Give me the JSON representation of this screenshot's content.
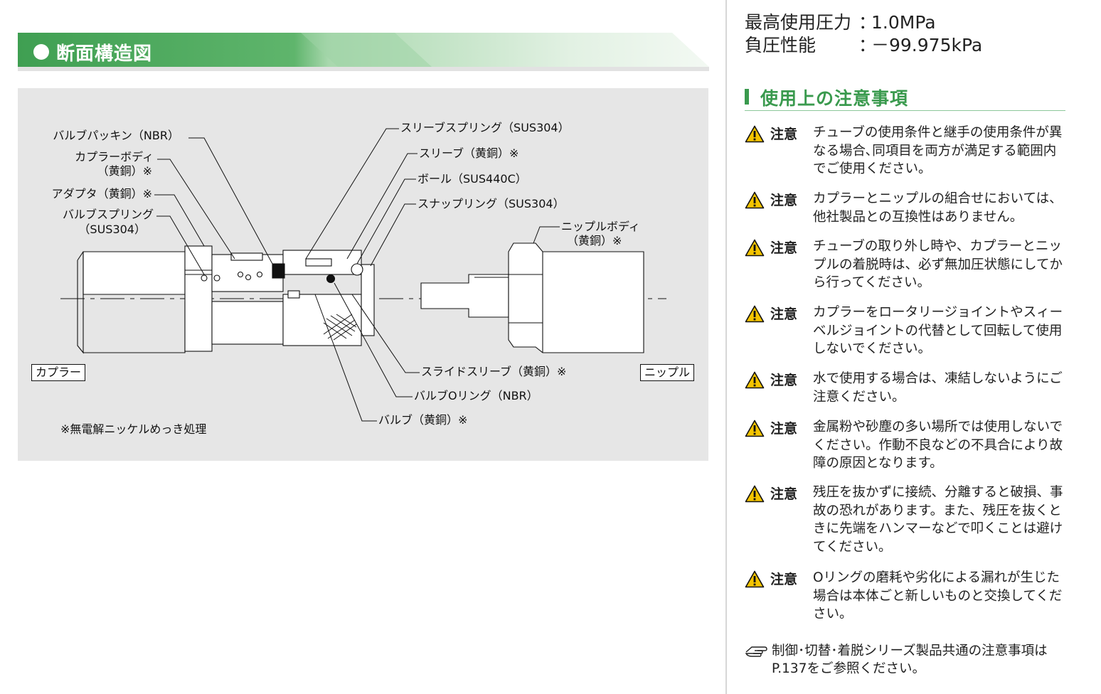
{
  "section": {
    "title": "断面構造図"
  },
  "diagram": {
    "labels_left": [
      "バルブパッキン（NBR）",
      "カプラーボディ",
      "（黄銅）※",
      "アダプタ（黄銅）※",
      "バルブスプリング",
      "（SUS304）"
    ],
    "labels_right": [
      "スリーブスプリング（SUS304）",
      "スリーブ（黄銅）※",
      "ボール（SUS440C）",
      "スナップリング（SUS304）",
      "ニップルボディ",
      "（黄銅）※",
      "スライドスリーブ（黄銅）※",
      "バルブOリング（NBR）",
      "バルブ（黄銅）※"
    ],
    "coupler_label": "カプラー",
    "nipple_label": "ニップル",
    "note": "※無電解ニッケルめっき処理"
  },
  "specs": [
    {
      "key": "最高使用圧力",
      "sep": "：",
      "value": "1.0MPa"
    },
    {
      "key": "負圧性能",
      "sep": "：",
      "value": "－99.975kPa"
    }
  ],
  "cautions": {
    "title": "使用上の注意事項",
    "tag": "注意",
    "items": [
      "チューブの使用条件と継手の使用条件が異なる場合､同項目を両方が満足する範囲内でご使用ください。",
      "カプラーとニップルの組合せにおいては、他社製品との互換性はありません。",
      "チューブの取り外し時や、カプラーとニップルの着脱時は、必ず無加圧状態にしてから行ってください。",
      "カプラーをロータリージョイントやスィーベルジョイントの代替として回転して使用しないでください。",
      "水で使用する場合は、凍結しないようにご注意ください。",
      "金属粉や砂塵の多い場所では使用しないでください。作動不良などの不具合により故障の原因となります。",
      "残圧を抜かずに接続、分離すると破損、事故の恐れがあります。また、残圧を抜くときに先端をハンマーなどで叩くことは避けてください。",
      "Oリングの磨耗や劣化による漏れが生じた場合は本体ごと新しいものと交換してください。"
    ]
  },
  "footer": {
    "text": "制御･切替･着脱シリーズ製品共通の注意事項はP.137をご参照ください。"
  },
  "colors": {
    "accent_green": "#3a9a4e",
    "header_green": "#48a85a",
    "panel_gray": "#e6e6e6",
    "warn_yellow": "#f4c400"
  }
}
